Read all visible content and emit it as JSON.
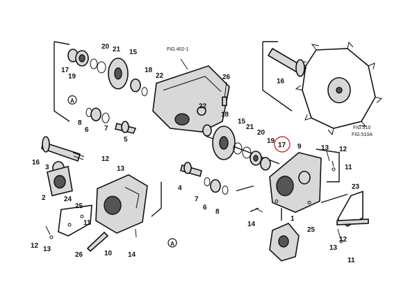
{
  "diagram": {
    "fig_ref_top": "FIG.402-1",
    "fig_ref_right_1": "FIG.510",
    "fig_ref_right_2": "FIG.510A",
    "circle_marker": "A",
    "highlight_color": "#d03030",
    "callouts": [
      {
        "id": "c17a",
        "label": "17"
      },
      {
        "id": "c19a",
        "label": "19"
      },
      {
        "id": "c20a",
        "label": "20"
      },
      {
        "id": "c21a",
        "label": "21"
      },
      {
        "id": "c15a",
        "label": "15"
      },
      {
        "id": "c18a",
        "label": "18"
      },
      {
        "id": "c22a",
        "label": "22"
      },
      {
        "id": "c26a",
        "label": "26"
      },
      {
        "id": "c16a",
        "label": "16"
      },
      {
        "id": "c8a",
        "label": "8"
      },
      {
        "id": "c6a",
        "label": "6"
      },
      {
        "id": "c7a",
        "label": "7"
      },
      {
        "id": "c5a",
        "label": "5"
      },
      {
        "id": "c22b",
        "label": "22"
      },
      {
        "id": "c18b",
        "label": "18"
      },
      {
        "id": "c15b",
        "label": "15"
      },
      {
        "id": "c21b",
        "label": "21"
      },
      {
        "id": "c20b",
        "label": "20"
      },
      {
        "id": "c19b",
        "label": "19"
      },
      {
        "id": "c17b",
        "label": "17"
      },
      {
        "id": "c9",
        "label": "9"
      },
      {
        "id": "c13a",
        "label": "13"
      },
      {
        "id": "c12a",
        "label": "12"
      },
      {
        "id": "c11a",
        "label": "11"
      },
      {
        "id": "c16b",
        "label": "16"
      },
      {
        "id": "c3",
        "label": "3"
      },
      {
        "id": "c2",
        "label": "2"
      },
      {
        "id": "c12b",
        "label": "12"
      },
      {
        "id": "c13b",
        "label": "13"
      },
      {
        "id": "c4",
        "label": "4"
      },
      {
        "id": "c7b",
        "label": "7"
      },
      {
        "id": "c6b",
        "label": "6"
      },
      {
        "id": "c8b",
        "label": "8"
      },
      {
        "id": "c24",
        "label": "24"
      },
      {
        "id": "c25a",
        "label": "25"
      },
      {
        "id": "c11b",
        "label": "11"
      },
      {
        "id": "c12c",
        "label": "12"
      },
      {
        "id": "c13c",
        "label": "13"
      },
      {
        "id": "c26b",
        "label": "26"
      },
      {
        "id": "c10",
        "label": "10"
      },
      {
        "id": "c14a",
        "label": "14"
      },
      {
        "id": "c14b",
        "label": "14"
      },
      {
        "id": "c1",
        "label": "1"
      },
      {
        "id": "c25b",
        "label": "25"
      },
      {
        "id": "c23",
        "label": "23"
      },
      {
        "id": "c13d",
        "label": "13"
      },
      {
        "id": "c12d",
        "label": "12"
      },
      {
        "id": "c11c",
        "label": "11"
      }
    ]
  }
}
